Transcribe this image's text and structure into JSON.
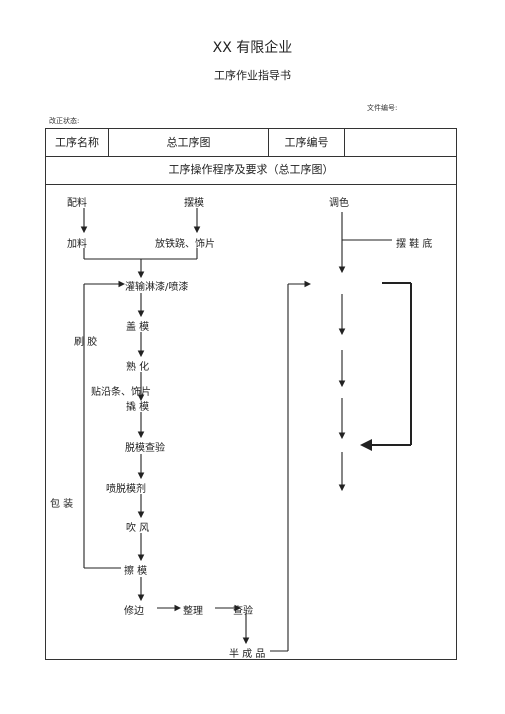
{
  "header": {
    "company": "XX 有限企业",
    "subtitle": "工序作业指导书",
    "doc_no_label": "文件编号:",
    "revision_label": "改正状态:"
  },
  "table": {
    "process_name_label": "工序名称",
    "process_name_value": "总工序图",
    "process_no_label": "工序编号",
    "process_no_value": "",
    "procedure_title": "工序操作程序及要求（总工序图）"
  },
  "flow": {
    "peiliao": "配料",
    "baimo": "摆模",
    "tiaose": "调色",
    "jialiao": "加料",
    "fangtie": "放铁跷、饰片",
    "baixiedi": "摆 鞋 底",
    "guanshu": "灌输淋漆/喷漆",
    "gaimo": "盖 模",
    "shuajiao": "刷 胶",
    "shuhua": "熟 化",
    "tieyan": "贴沿条、饰片",
    "qiaomo": "撬 模",
    "tuomo": "脱模查验",
    "pentuo": "喷脱模剂",
    "baozhuang": "包 装",
    "chuifeng": "吹 风",
    "camo": "擦 模",
    "xiubian": "修边",
    "zhengli": "整理",
    "chayan": "查验",
    "banchengpin": "半 成 品"
  }
}
